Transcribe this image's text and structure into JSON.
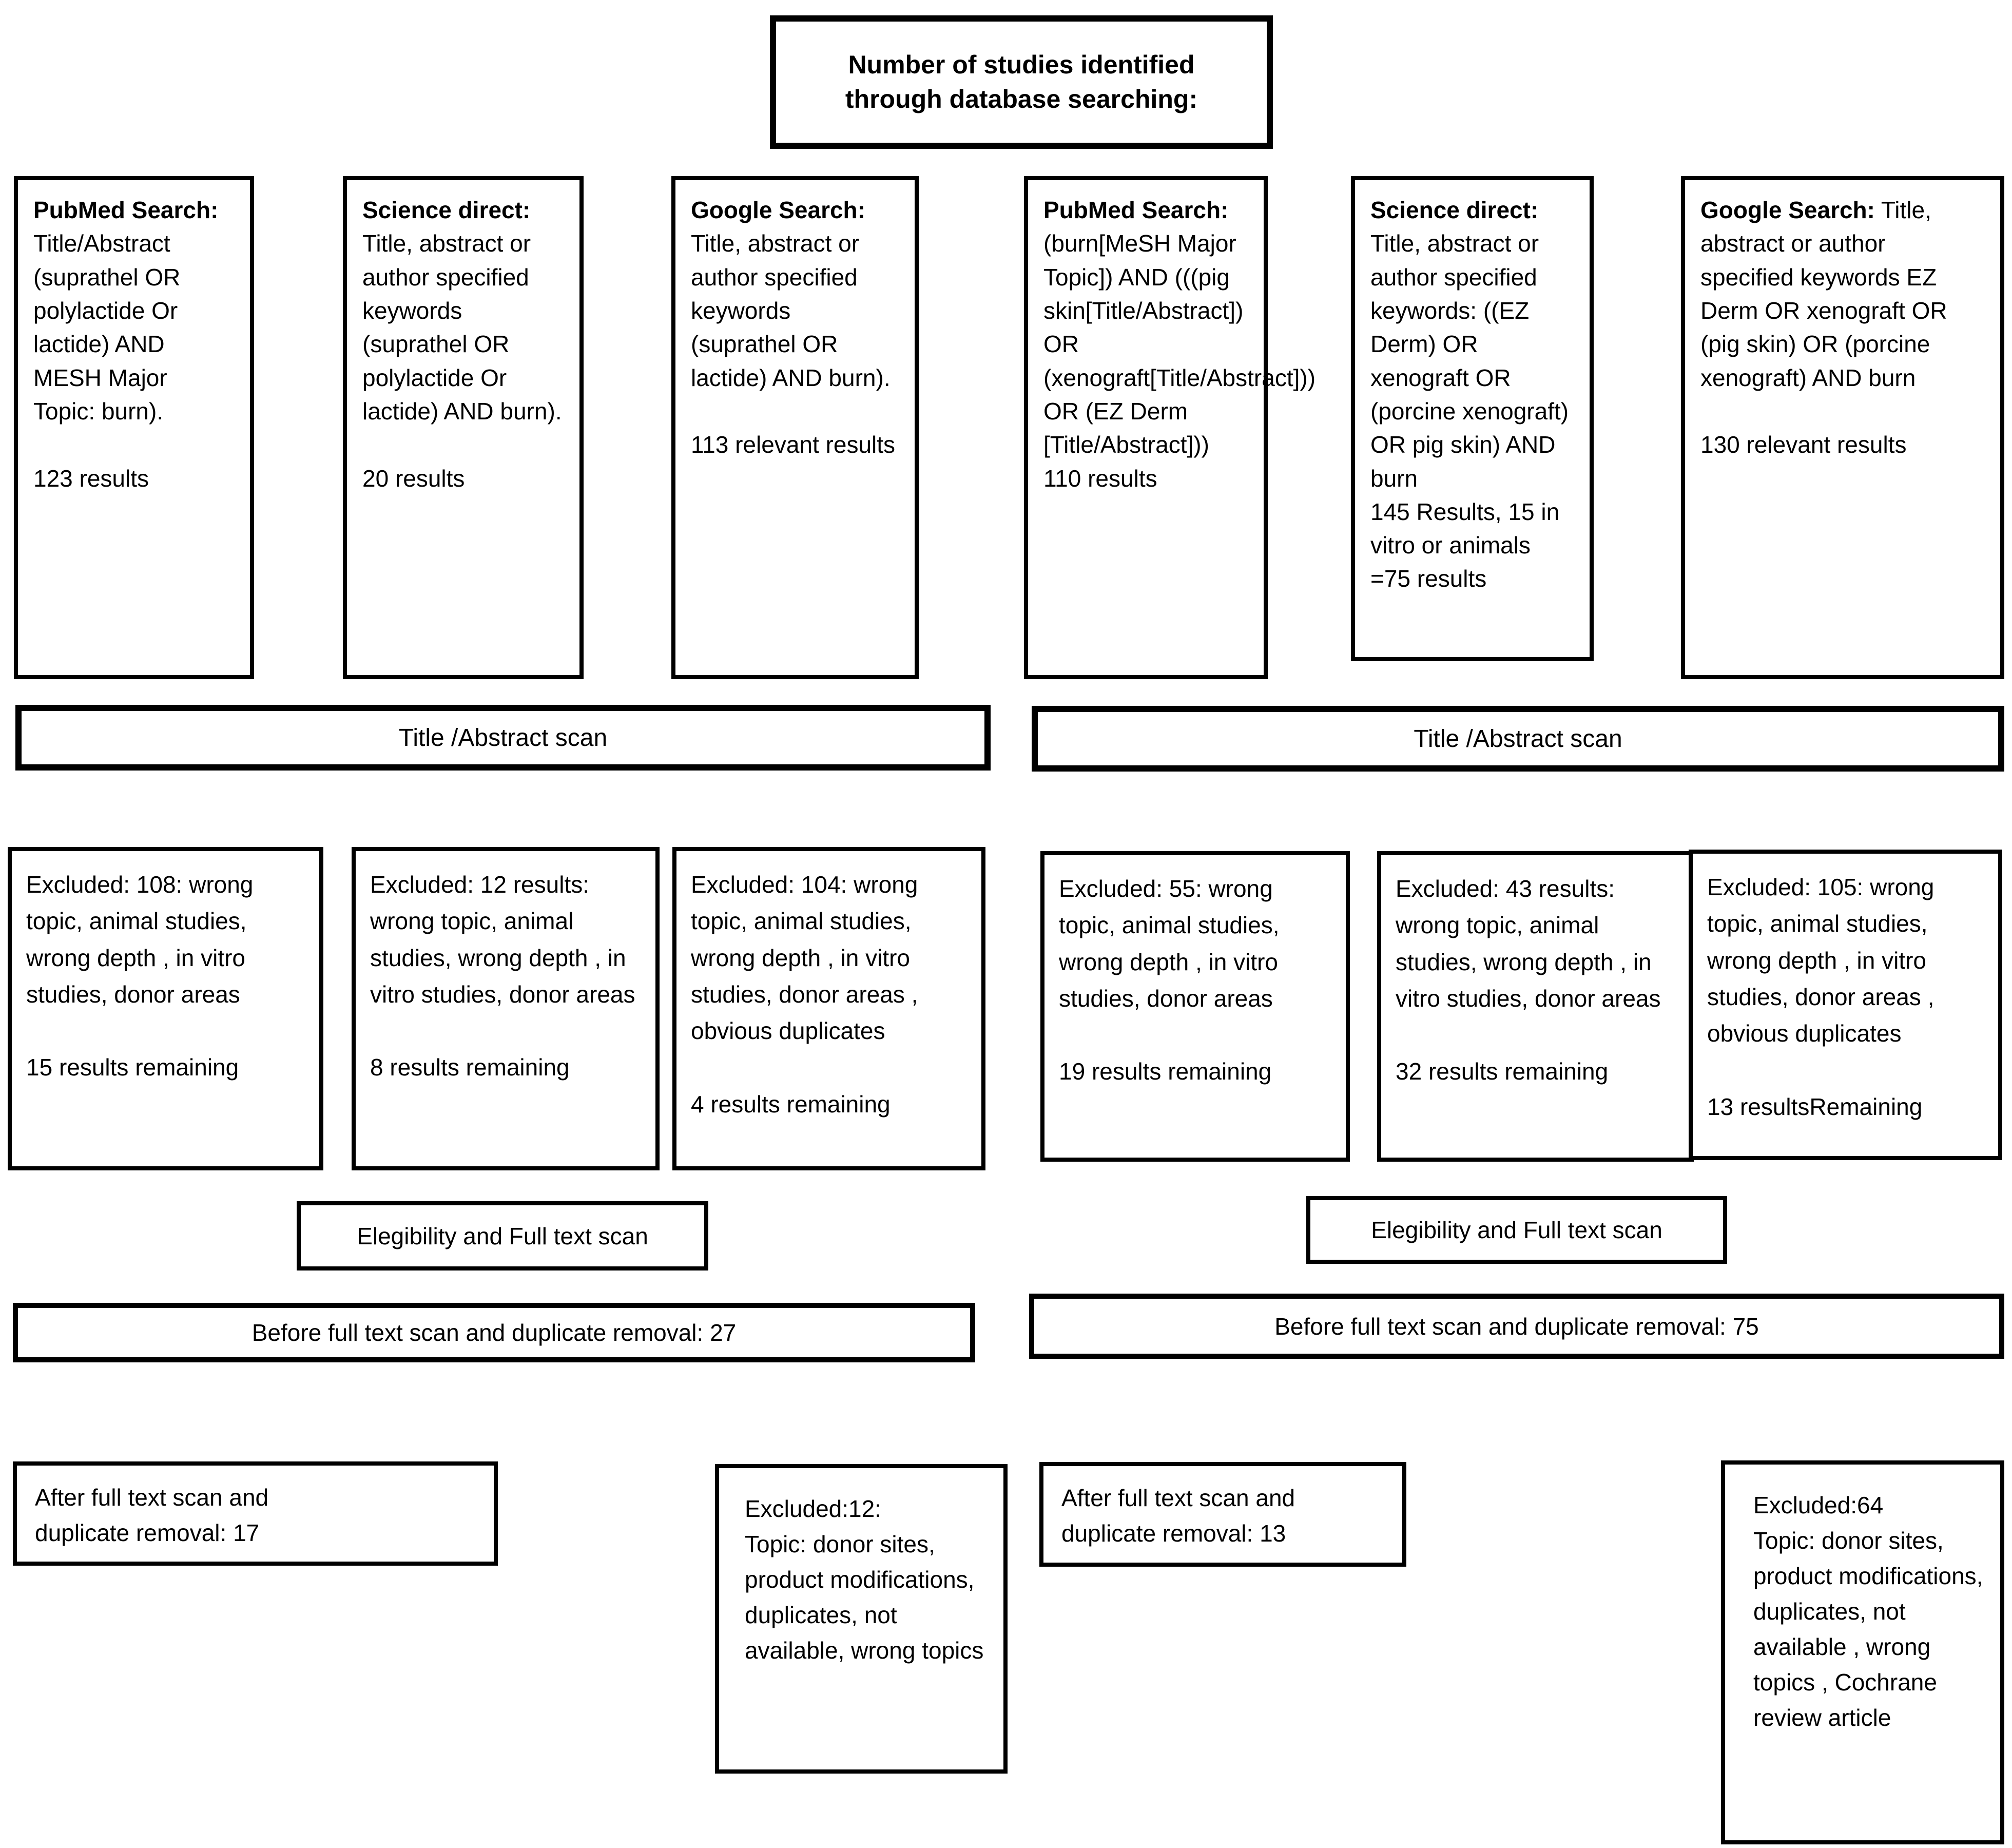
{
  "title_box": {
    "text": "Number of studies identified\nthrough database searching:"
  },
  "search_boxes": [
    {
      "lead": "PubMed Search:",
      "body": "\nTitle/Abstract (suprathel OR polylactide Or lactide) AND MESH Major Topic: burn).\n\n123 results"
    },
    {
      "lead": "Science direct:",
      "body": " Title, abstract or author specified keywords (suprathel OR polylactide Or lactide) AND burn).\n\n20 results"
    },
    {
      "lead": "Google Search:",
      "body": " Title, abstract or author specified keywords (suprathel OR lactide) AND burn).\n\n113 relevant results"
    },
    {
      "lead": "PubMed Search:",
      "body": "\n(burn[MeSH Major Topic]) AND (((pig skin[Title/Abstract]) OR (xenograft[Title/Abstract])) OR (EZ Derm [Title/Abstract])) 110 results"
    },
    {
      "lead": "Science direct:",
      "body": "\nTitle, abstract or author specified keywords: ((EZ Derm) OR xenograft OR (porcine xenograft) OR pig skin) AND burn\n145 Results, 15 in vitro or animals =75 results"
    },
    {
      "lead": "Google Search:",
      "body": " Title, abstract or author specified keywords EZ Derm OR xenograft OR (pig skin) OR (porcine xenograft) AND burn\n\n130 relevant results"
    }
  ],
  "scan_bars": {
    "left": "Title /Abstract scan",
    "right": "Title /Abstract scan"
  },
  "excluded_boxes": [
    {
      "text": "Excluded: 108: wrong topic, animal studies, wrong depth , in vitro studies, donor areas\n\n15 results remaining"
    },
    {
      "text": "Excluded: 12 results: wrong topic, animal studies, wrong depth , in vitro studies, donor areas\n\n8 results remaining"
    },
    {
      "text": "Excluded: 104: wrong topic, animal studies, wrong depth , in vitro studies, donor areas , obvious duplicates\n\n4 results remaining"
    },
    {
      "text": "Excluded: 55: wrong topic, animal studies, wrong depth , in vitro studies, donor areas\n\n19 results remaining"
    },
    {
      "text": "Excluded: 43 results: wrong topic, animal studies, wrong depth , in vitro studies, donor areas\n\n32 results remaining"
    },
    {
      "text": "Excluded: 105: wrong topic, animal studies, wrong depth , in vitro studies, donor areas , obvious duplicates\n\n13 resultsRemaining"
    }
  ],
  "eligibility_bars": {
    "left": "Elegibility and Full text scan",
    "right": "Elegibility and Full text scan"
  },
  "before_bars": {
    "left": "Before full text scan and duplicate removal: 27",
    "right": "Before full text scan and duplicate removal: 75"
  },
  "bottom_boxes": {
    "after_left": "After full text scan and\nduplicate removal: 17",
    "excluded_left": "Excluded:12:\nTopic: donor sites, product modifications, duplicates, not available, wrong topics",
    "after_right": "After full text scan and\nduplicate removal: 13",
    "excluded_right": "Excluded:64\nTopic: donor sites, product modifications, duplicates, not available , wrong topics , Cochrane review article"
  },
  "colors": {
    "background": "#ffffff",
    "border": "#000000",
    "text": "#000000"
  }
}
